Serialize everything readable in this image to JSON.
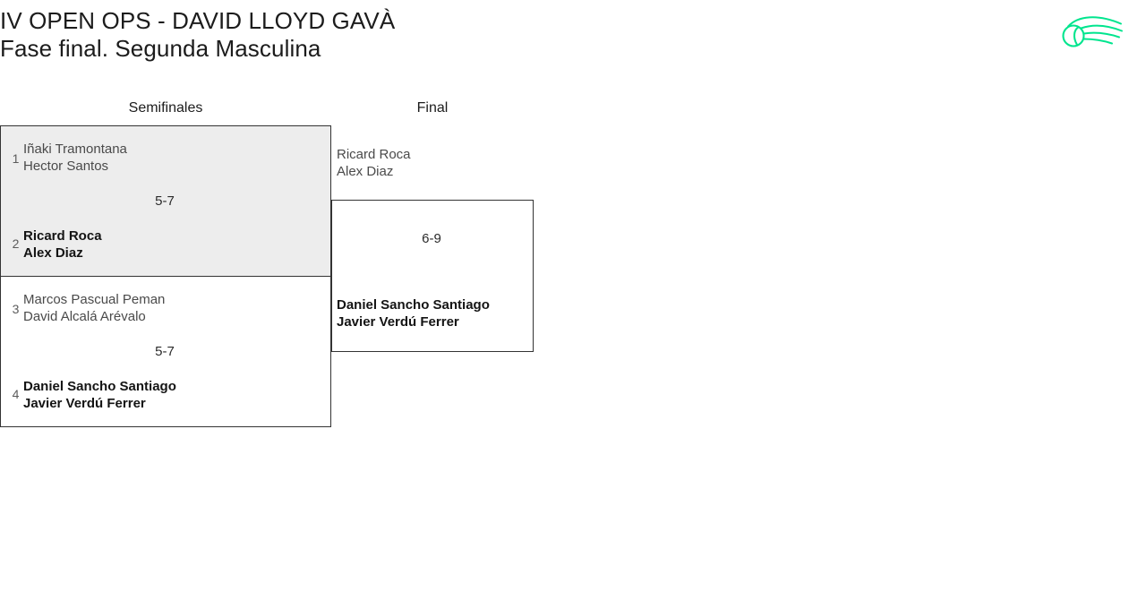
{
  "header": {
    "title_line1": "IV OPEN OPS - DAVID LLOYD GAVÀ",
    "title_line2": "Fase final. Segunda Masculina",
    "logo_name": "tennis-ball-swoosh-logo",
    "logo_color": "#00e58e"
  },
  "theme": {
    "accent": "#00e58e",
    "border": "#333333",
    "shaded_row": "#ededed",
    "text_primary": "#141414",
    "text_secondary": "#4a4a4a",
    "seed_color": "#5b5b5b"
  },
  "rounds": [
    {
      "label": "Semifinales"
    },
    {
      "label": "Final"
    }
  ],
  "matches": {
    "sf1": {
      "round": "Semifinales",
      "score": "5-7",
      "top": {
        "seed": "1",
        "player1": "Iñaki Tramontana",
        "player2": "Hector Santos",
        "winner": false
      },
      "bottom": {
        "seed": "2",
        "player1": "Ricard Roca",
        "player2": "Alex Diaz",
        "winner": true
      }
    },
    "sf2": {
      "round": "Semifinales",
      "score": "5-7",
      "top": {
        "seed": "3",
        "player1": "Marcos Pascual Peman",
        "player2": "David Alcalá Arévalo",
        "winner": false
      },
      "bottom": {
        "seed": "4",
        "player1": "Daniel Sancho Santiago",
        "player2": "Javier Verdú Ferrer",
        "winner": true
      }
    },
    "final": {
      "round": "Final",
      "score": "6-9",
      "top": {
        "seed": "",
        "player1": "Ricard Roca",
        "player2": "Alex Diaz",
        "winner": false
      },
      "bottom": {
        "seed": "",
        "player1": "Daniel Sancho Santiago",
        "player2": "Javier Verdú Ferrer",
        "winner": true
      }
    }
  }
}
